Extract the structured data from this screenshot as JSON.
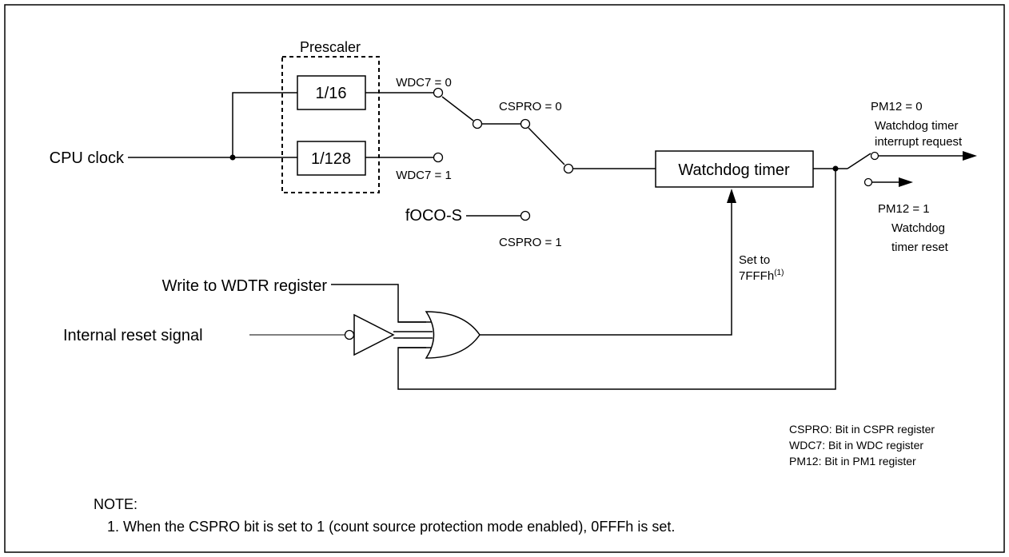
{
  "prescaler": {
    "title": "Prescaler",
    "div16": "1/16",
    "div128": "1/128"
  },
  "inputs": {
    "cpu_clock": "CPU clock",
    "foco": "fOCO-S",
    "write_wdtr": "Write to WDTR register",
    "internal_reset": "Internal reset  signal"
  },
  "switches": {
    "wdc7_0": "WDC7 = 0",
    "wdc7_1": "WDC7 = 1",
    "cspro_0": "CSPRO = 0",
    "cspro_1": "CSPRO = 1",
    "pm12_0": "PM12 = 0",
    "pm12_1": "PM12 = 1"
  },
  "timer": {
    "label": "Watchdog timer",
    "set_to_line1": "Set to",
    "set_to_line2": "7FFFh",
    "set_to_note_ref": "(1)"
  },
  "outputs": {
    "interrupt_line1": "Watchdog timer",
    "interrupt_line2": "interrupt request",
    "reset_line1": "Watchdog",
    "reset_line2": "timer reset"
  },
  "legend": [
    "CSPRO: Bit in CSPR register",
    "WDC7: Bit in WDC register",
    "PM12: Bit in PM1 register"
  ],
  "note": {
    "heading": "NOTE:",
    "items": [
      "1. When the CSPRO bit is set to 1 (count source protection mode enabled), 0FFFh is set."
    ]
  }
}
